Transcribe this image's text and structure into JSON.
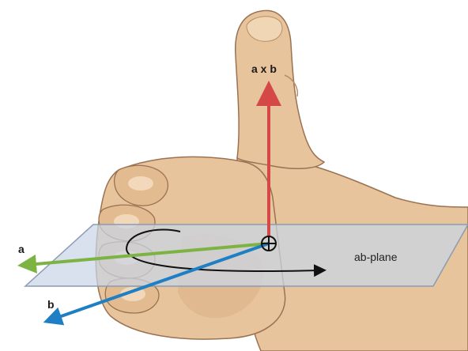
{
  "diagram": {
    "cross_product_label": "a x b",
    "vector_a_label": "a",
    "vector_b_label": "b",
    "plane_label": "ab-plane"
  },
  "colors": {
    "skin": "#e8c49c",
    "skin_shadow": "#d4a57a",
    "skin_outline": "#9a7252",
    "plane_fill": "#c9d6e6",
    "plane_stroke": "#8a9bb3",
    "vector_axb": "#d44848",
    "vector_a": "#7cb342",
    "vector_b": "#1e7fc4",
    "curl_arrow": "#111111"
  },
  "icons": {
    "origin": "circle-plus-icon"
  }
}
